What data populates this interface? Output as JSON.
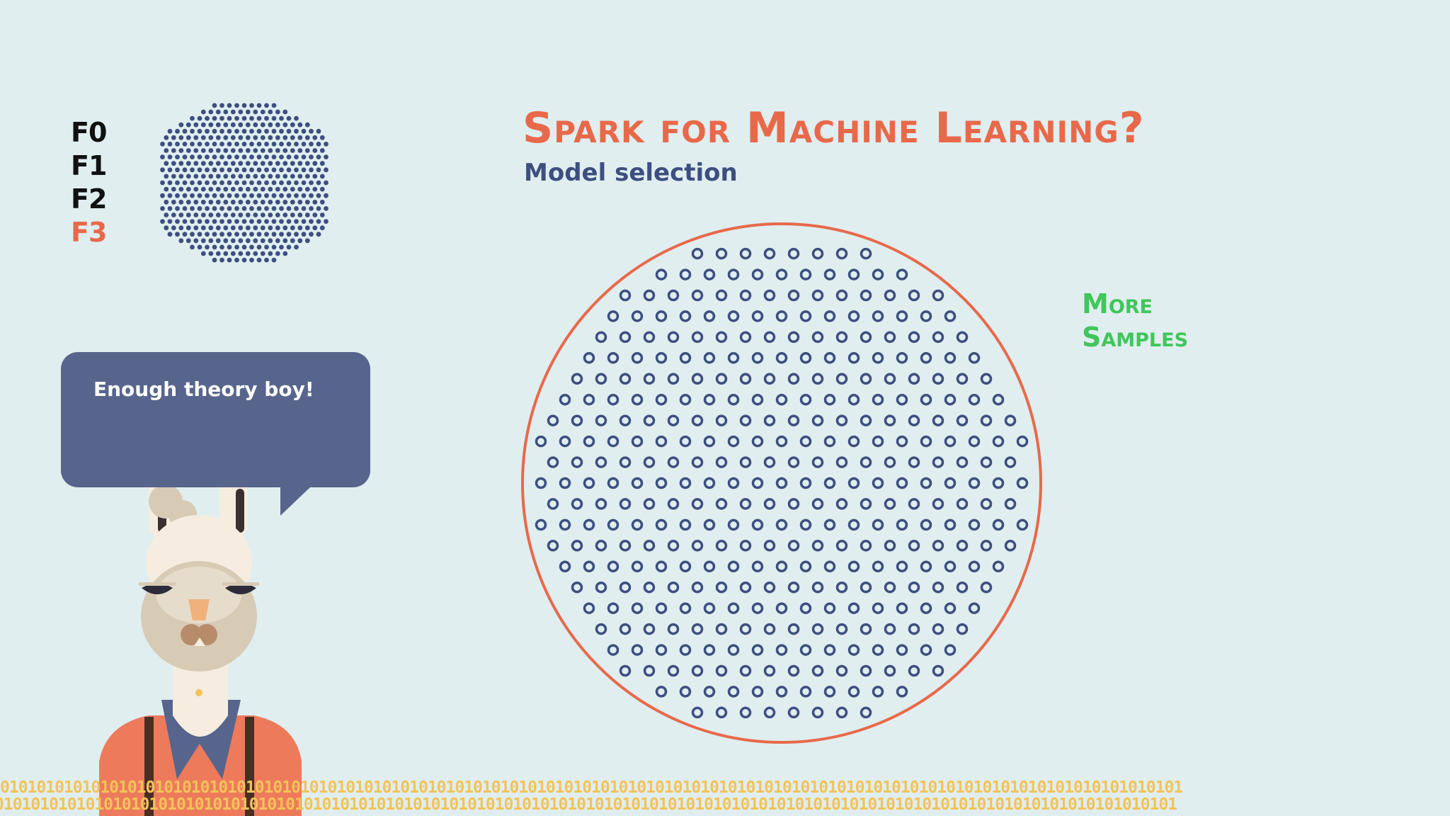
{
  "slide": {
    "title": "Spark for Machine Learning?",
    "subtitle": "Model selection",
    "callout_line1": "More",
    "callout_line2": "Samples",
    "bubble_text": "Enough theory boy!",
    "features": [
      "F0",
      "F1",
      "F2",
      "F3"
    ],
    "highlighted_feature": 3,
    "binary_pattern": "0101010101010101010101010101010101010101010101010101010101010101010101010101010101010101010101010101010101010101010101010101010101"
  },
  "icons": {
    "character": "llama-character-icon",
    "bubble": "speech-bubble-icon",
    "small_cloud": "hexagon-dot-cloud-icon",
    "big_cloud": "circle-sample-set-icon"
  },
  "colors": {
    "background": "#e0eef0",
    "accent": "#e8694a",
    "navy": "#3d4f7f",
    "bubble": "#57658c",
    "green": "#40c65a",
    "binary": "#f2c35a"
  }
}
